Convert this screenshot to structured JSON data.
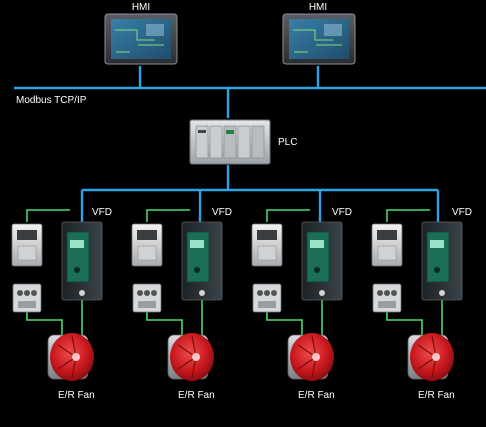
{
  "hmis": [
    {
      "label": "HMI"
    },
    {
      "label": "HMI"
    }
  ],
  "network": {
    "label": "Modbus TCP/IP"
  },
  "plc": {
    "label": "PLC"
  },
  "drives": [
    {
      "vfd_label": "VFD",
      "fan_label": "E/R Fan"
    },
    {
      "vfd_label": "VFD",
      "fan_label": "E/R Fan"
    },
    {
      "vfd_label": "VFD",
      "fan_label": "E/R Fan"
    },
    {
      "vfd_label": "VFD",
      "fan_label": "E/R Fan"
    }
  ],
  "colors": {
    "background": "#000000",
    "network_line": "#2ea3e6",
    "control_wire": "#3fbf63",
    "fan_red": "#c4161c"
  }
}
